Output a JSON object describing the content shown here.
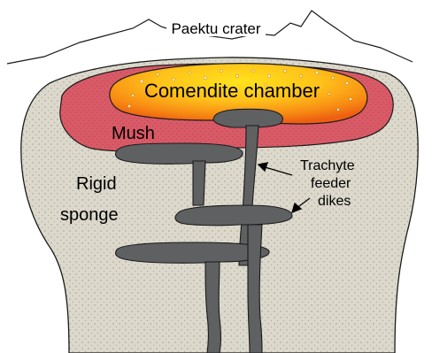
{
  "labels": {
    "crater": "Paektu crater",
    "chamber": "Comendite chamber",
    "mush": "Mush",
    "sponge_line1": "Rigid",
    "sponge_line2": "sponge",
    "dikes_line1": "Trachyte",
    "dikes_line2": "feeder",
    "dikes_line3": "dikes"
  },
  "colors": {
    "sponge_fill": "#dcd9cc",
    "sponge_dots": "#9d9a8e",
    "mush_fill": "#d95a67",
    "chamber_outer": "#f06a12",
    "chamber_inner": "#ffd21a",
    "dike_fill": "#5f6062",
    "outline": "#1a1a1a"
  }
}
